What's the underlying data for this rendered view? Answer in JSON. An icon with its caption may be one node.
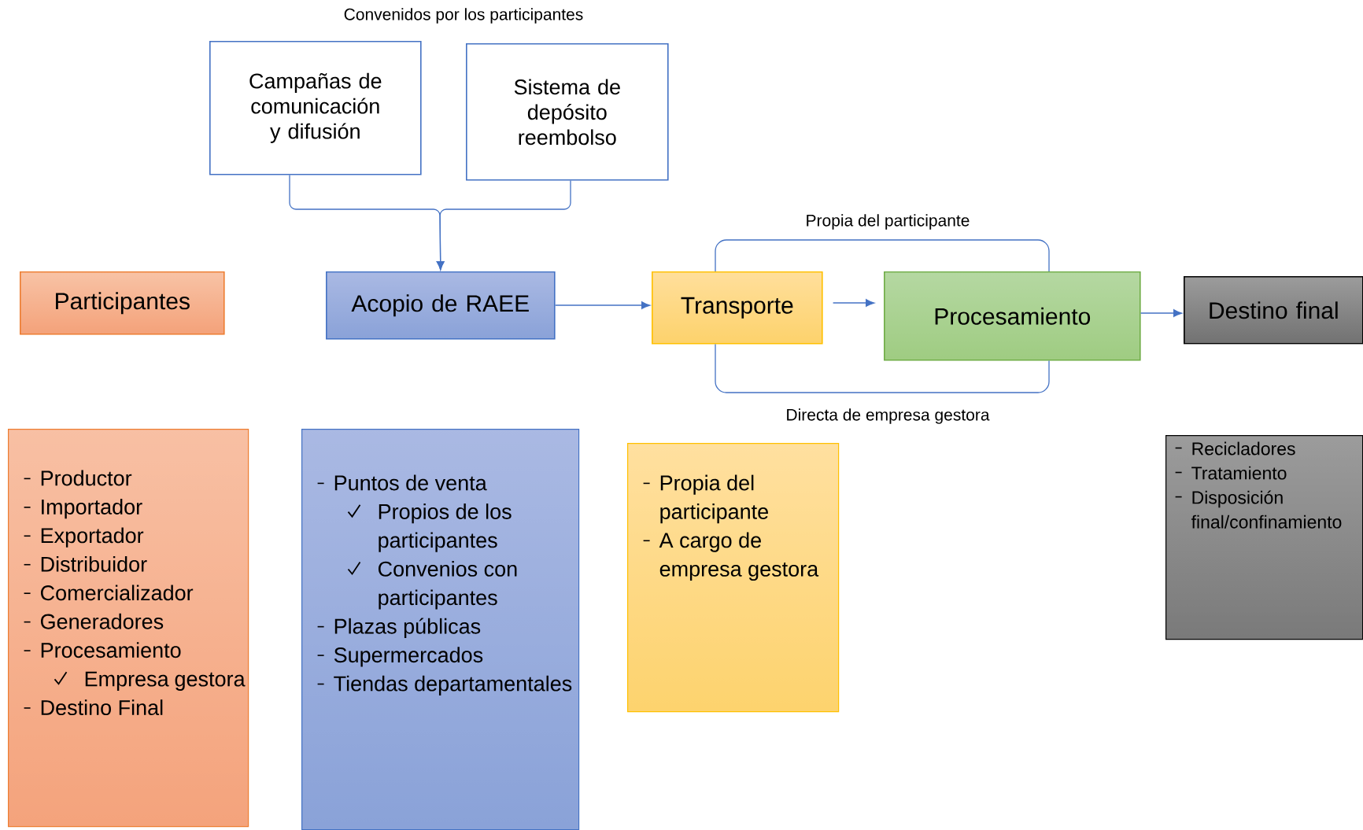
{
  "diagram": {
    "nodes": [
      {
        "text": [
          "Campañas de comunicación y difusión"
        ]
      },
      {
        "text": [
          "Sistema de depósito reembolso"
        ]
      },
      {
        "text": [
          "Participantes"
        ]
      },
      {
        "text": [
          "Acopio de RAEE"
        ]
      },
      {
        "text": [
          "Transporte"
        ]
      },
      {
        "text": [
          "Procesamiento"
        ]
      },
      {
        "text": [
          "Destino final"
        ]
      },
      {
        "text": [
          "Productor",
          "Importador",
          "Exportador",
          "Distribuidor",
          "Comercializador",
          "Generadores",
          "Procesamiento",
          "Empresa gestora",
          "Destino Final"
        ]
      },
      {
        "text": [
          "Puntos de venta",
          "Propios de los participantes",
          "Convenios con participantes",
          "Plazas públicas",
          "Supermercados",
          "Tiendas departamentales"
        ]
      },
      {
        "text": [
          "Propia del participante",
          "A cargo de empresa gestora"
        ]
      },
      {
        "text": [
          "Recicladores",
          "Tratamiento",
          "Disposición final/confinamiento"
        ]
      }
    ],
    "edges": [
      {
        "from": 0,
        "to": 3,
        "arrow": "to"
      },
      {
        "from": 1,
        "to": 3,
        "arrow": "to"
      },
      {
        "from": 3,
        "to": 4,
        "arrow": "to"
      },
      {
        "from": 4,
        "to": 5,
        "arrow": "to"
      },
      {
        "from": 5,
        "to": 6,
        "arrow": "to"
      },
      {
        "from": 4,
        "to": 5,
        "arrow": "none",
        "label": "Propia del participante"
      },
      {
        "from": 4,
        "to": 5,
        "arrow": "none",
        "label": "Directa de empresa gestora"
      }
    ],
    "labels": [
      "Convenidos por los participantes"
    ]
  }
}
